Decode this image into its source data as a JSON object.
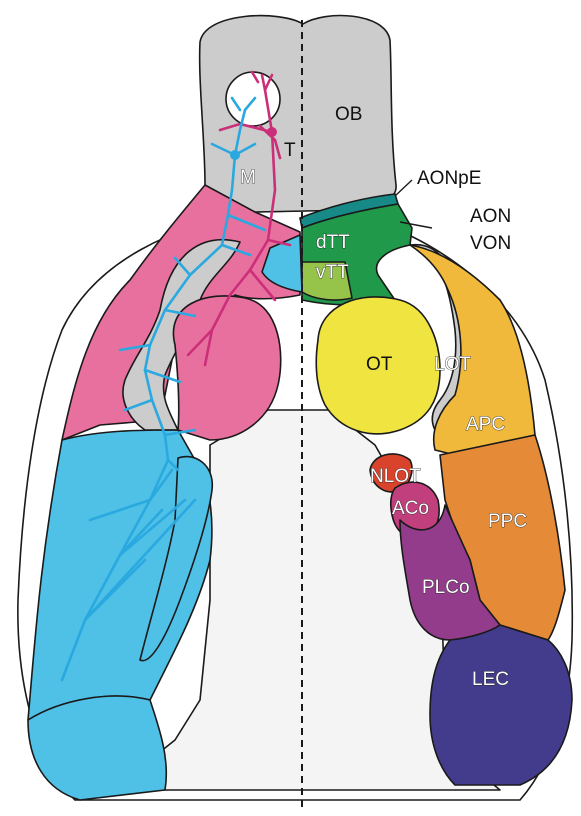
{
  "labels": {
    "ob": "OB",
    "t": "T",
    "m": "M",
    "aonpe": "AONpE",
    "aon": "AON",
    "von": "VON",
    "dtt": "dTT",
    "vtt": "vTT",
    "ot": "OT",
    "lot": "LOT",
    "apc": "APC",
    "nlot": "NLOT",
    "aco": "ACo",
    "ppc": "PPC",
    "plco": "PLCo",
    "lec": "LEC"
  },
  "colors": {
    "outline": "#1a1a1a",
    "brain_outer": "#ffffff",
    "inner_field": "#f4f4f4",
    "olfactory_bulb": "#cccccc",
    "tract_gray": "#cccccc",
    "pink": "#e8709e",
    "magenta_cell": "#cc2f7a",
    "blue": "#4fc0e6",
    "blue_cell": "#29a9df",
    "green": "#209a4a",
    "teal": "#178a88",
    "light_green": "#96c34a",
    "yellow": "#f0e440",
    "light_orange": "#f0b93c",
    "orange": "#e58b38",
    "red": "#d9432c",
    "magenta": "#c23f7e",
    "purple": "#943c8c",
    "indigo": "#433c8c"
  }
}
